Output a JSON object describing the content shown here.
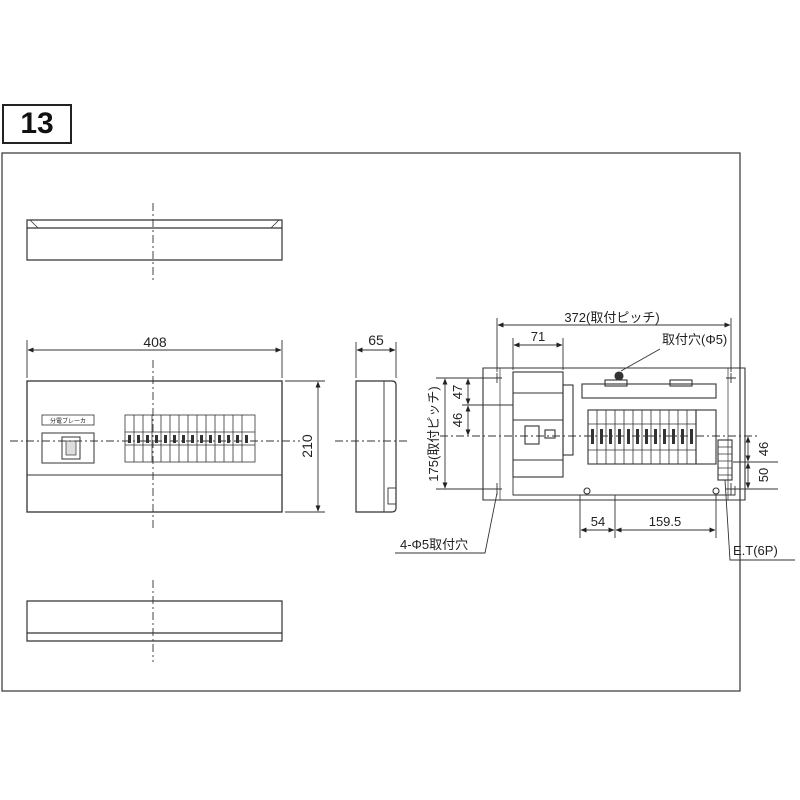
{
  "figure_number": "13",
  "dimensions": {
    "front_width": "408",
    "front_height": "210",
    "side_depth": "65",
    "mount_pitch_h": "372(取付ピッチ)",
    "mount_pitch_v": "175(取付ピッチ)",
    "main_breaker_width": "71",
    "upper_offset": "47",
    "main_offset": "46",
    "right_upper": "46",
    "right_lower": "50",
    "bottom_left": "54",
    "bottom_right": "159.5"
  },
  "labels": {
    "mount_hole": "取付穴(Φ5)",
    "mount_holes_4": "4-Φ5取付穴",
    "earth_terminal": "E.T(6P)",
    "brand_plate": "分電ブレーカ"
  }
}
